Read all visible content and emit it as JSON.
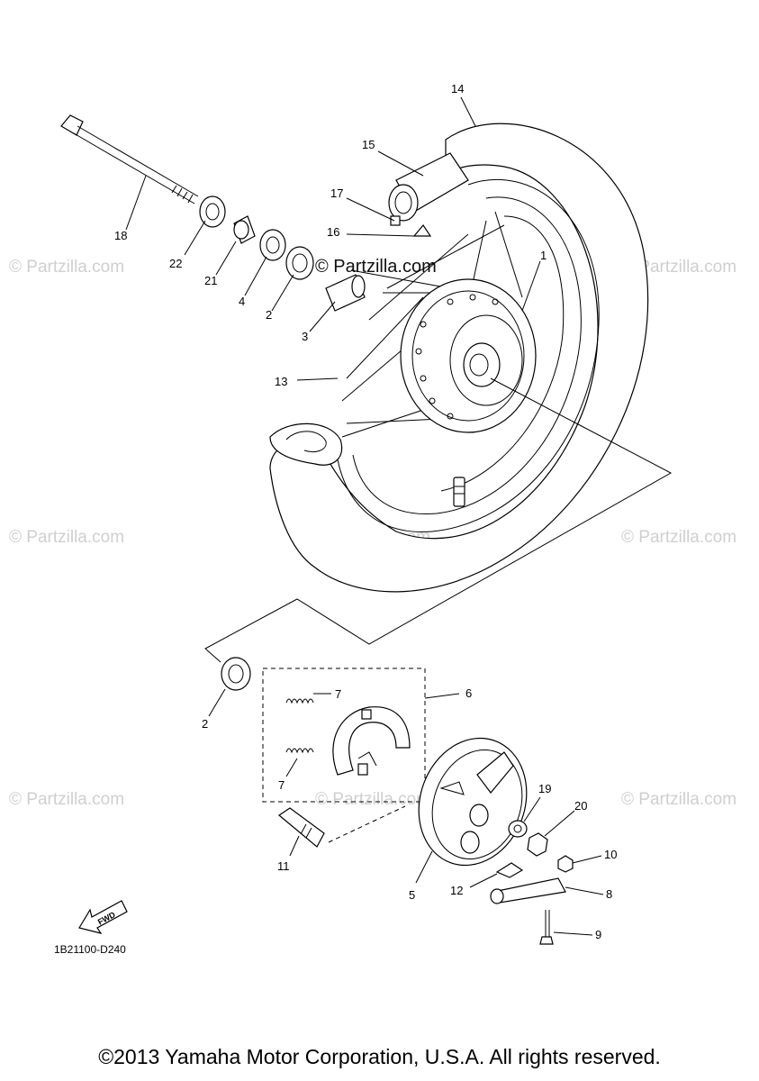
{
  "watermark": "© Partzilla.com",
  "watermark_center": "© Partzilla.com",
  "diagram_code": "1B21100-D240",
  "fwd_label": "FWD",
  "copyright": "©2013 Yamaha Motor Corporation, U.S.A. All rights reserved.",
  "callouts": {
    "c1": "1",
    "c2a": "2",
    "c2b": "2",
    "c3": "3",
    "c4": "4",
    "c5": "5",
    "c6": "6",
    "c7a": "7",
    "c7b": "7",
    "c8": "8",
    "c9": "9",
    "c10": "10",
    "c11": "11",
    "c12": "12",
    "c13": "13",
    "c14": "14",
    "c15": "15",
    "c16": "16",
    "c17": "17",
    "c18": "18",
    "c19": "19",
    "c20": "20",
    "c21": "21",
    "c22": "22"
  }
}
